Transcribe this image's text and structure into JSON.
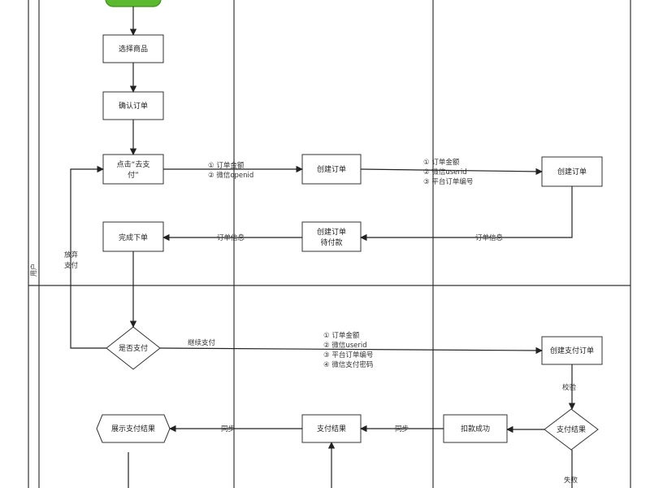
{
  "lane_label": "用户",
  "nodes": {
    "select_product": "选择商品",
    "confirm_order": "确认订单",
    "click_pay": [
      "点击“去支",
      "付”"
    ],
    "create_order_mid": "创建订单",
    "create_order_right": "创建订单",
    "pending_pay": [
      "创建订单",
      "待付款"
    ],
    "complete_order": "完成下单",
    "pay_decision": "是否支付",
    "create_pay_order": "创建支付订单",
    "pay_result_decision": "支付结果",
    "deduct_success": "扣款成功",
    "pay_result_mid": "支付结果",
    "show_pay_result": "展示支付结果"
  },
  "edges": {
    "pay_to_mid": [
      "① 订单金额",
      "② 微信openid"
    ],
    "mid_to_right": [
      "① 订单金额",
      "② 微信userid",
      "③ 平台订单编号"
    ],
    "order_info_left": "订单信息",
    "order_info_right": "订单信息",
    "abandon_pay": [
      "放弃",
      "支付"
    ],
    "continue_pay": "继续支付",
    "continue_pay_details": [
      "① 订单金额",
      "② 微信userid",
      "③ 平台订单编号",
      "④ 微信支付密码"
    ],
    "verify": "校验",
    "sync_1": "同步",
    "sync_2": "同步",
    "fail": "失败"
  }
}
